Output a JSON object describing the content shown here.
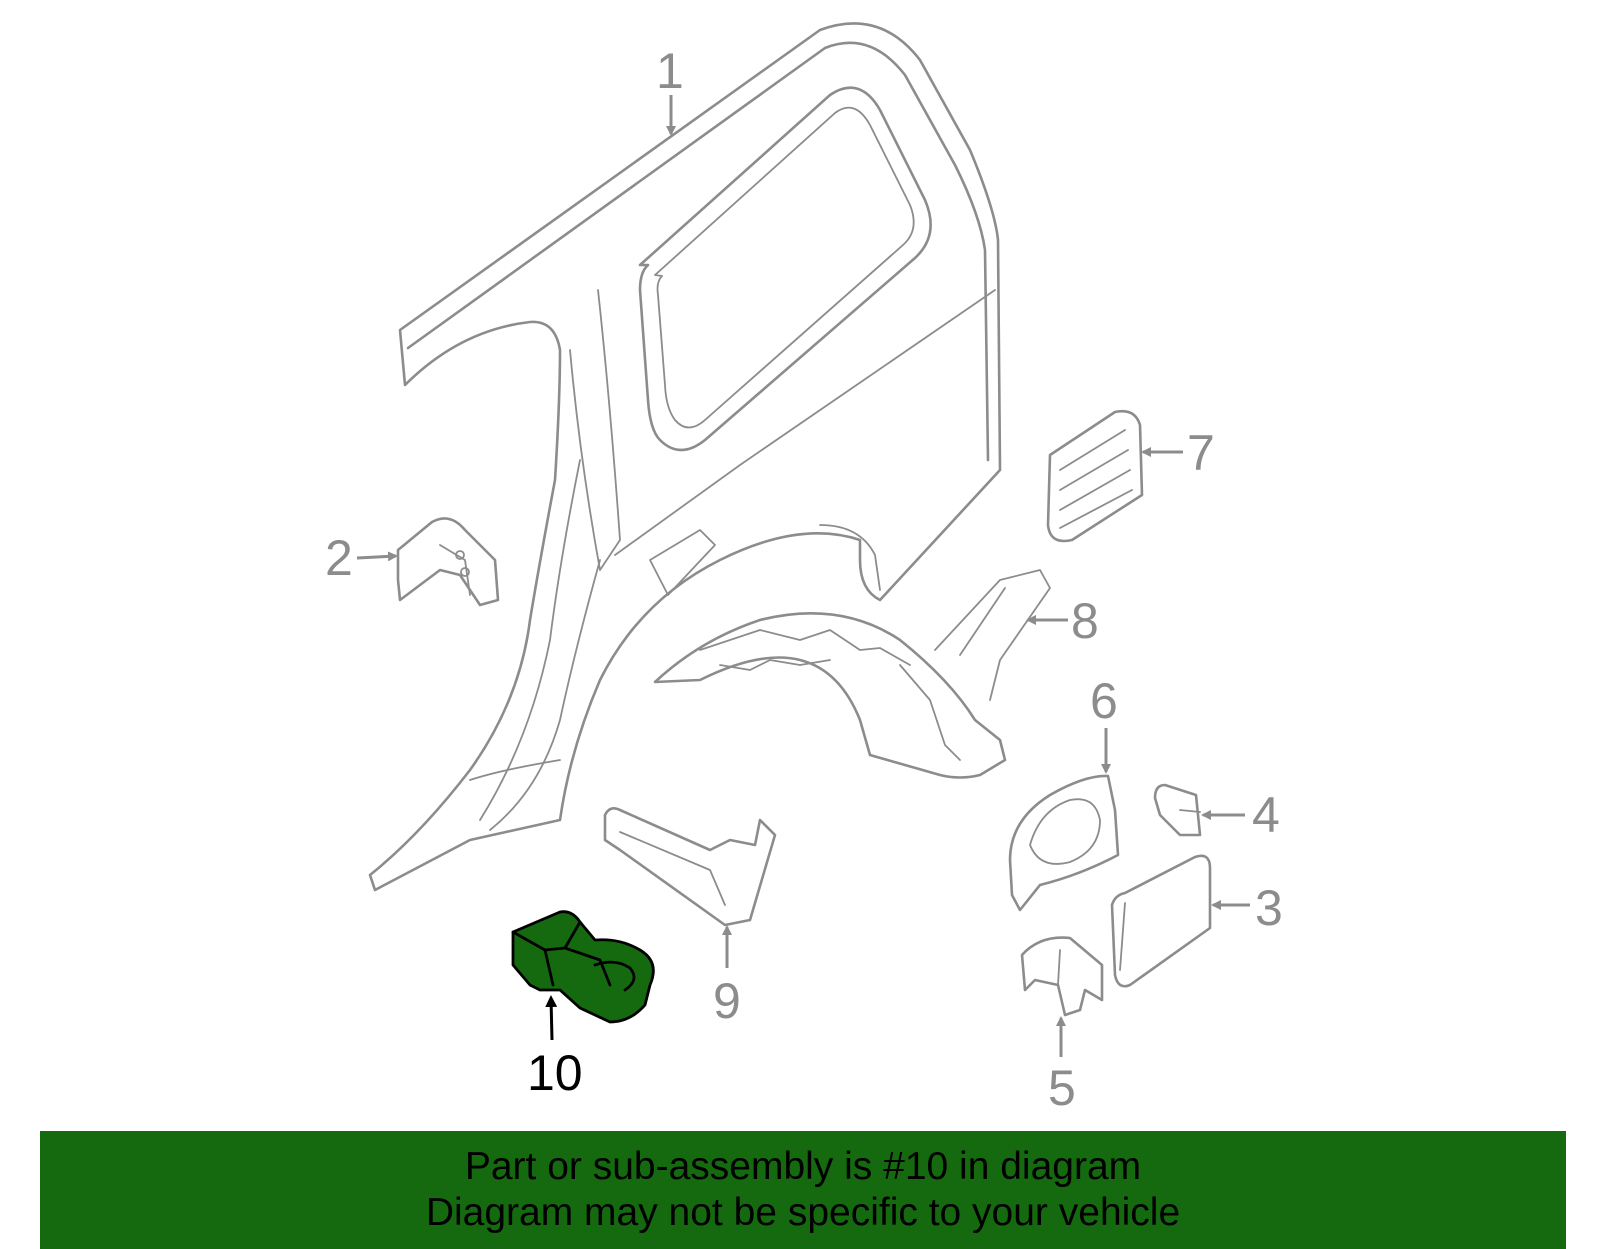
{
  "diagram": {
    "callouts": [
      {
        "number": "1"
      },
      {
        "number": "2"
      },
      {
        "number": "3"
      },
      {
        "number": "4"
      },
      {
        "number": "5"
      },
      {
        "number": "6"
      },
      {
        "number": "7"
      },
      {
        "number": "8"
      },
      {
        "number": "9"
      },
      {
        "number": "10",
        "highlighted": true
      }
    ],
    "highlight_color": "#156a0f",
    "line_color": "#8c8c8c"
  },
  "banner": {
    "line1": "Part or sub-assembly is #10 in diagram",
    "line2": "Diagram may not be specific to your vehicle",
    "background": "#156a0f"
  }
}
